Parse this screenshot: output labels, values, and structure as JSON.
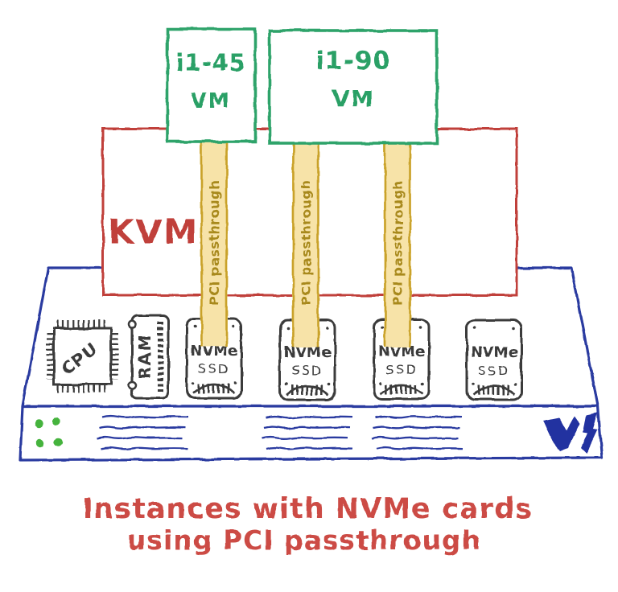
{
  "diagram": {
    "caption": {
      "line1": "Instances with NVMe cards",
      "line2": "using PCI passthrough"
    },
    "vms": [
      {
        "name": "i1-45",
        "label": "VM"
      },
      {
        "name": "i1-90",
        "label": "VM"
      }
    ],
    "hypervisor": {
      "label": "KVM"
    },
    "passthrough_bands": [
      {
        "label": "PCI passthrough"
      },
      {
        "label": "PCI passthrough"
      },
      {
        "label": "PCI passthrough"
      }
    ],
    "server": {
      "cpu": {
        "label": "CPU"
      },
      "ram": {
        "label": "RAM"
      },
      "nvme_cards": [
        {
          "line1": "NVMe",
          "line2": "SSD"
        },
        {
          "line1": "NVMe",
          "line2": "SSD"
        },
        {
          "line1": "NVMe",
          "line2": "SSD"
        },
        {
          "line1": "NVMe",
          "line2": "SSD"
        }
      ],
      "status_leds": {
        "count": 4
      },
      "logo": {
        "name": "vultr-mark"
      }
    },
    "colors": {
      "vm_green": "#2fa36a",
      "kvm_red": "#c0403a",
      "chassis_blue": "#2b3aa0",
      "band_fill": "#f7e3a8",
      "band_edge": "#c9a22b",
      "band_text": "#a8891c",
      "component_dark": "#3b3b3b",
      "caption_red": "#cc4b44",
      "led_green": "#45b33c",
      "logo_blue": "#2430a0"
    }
  }
}
